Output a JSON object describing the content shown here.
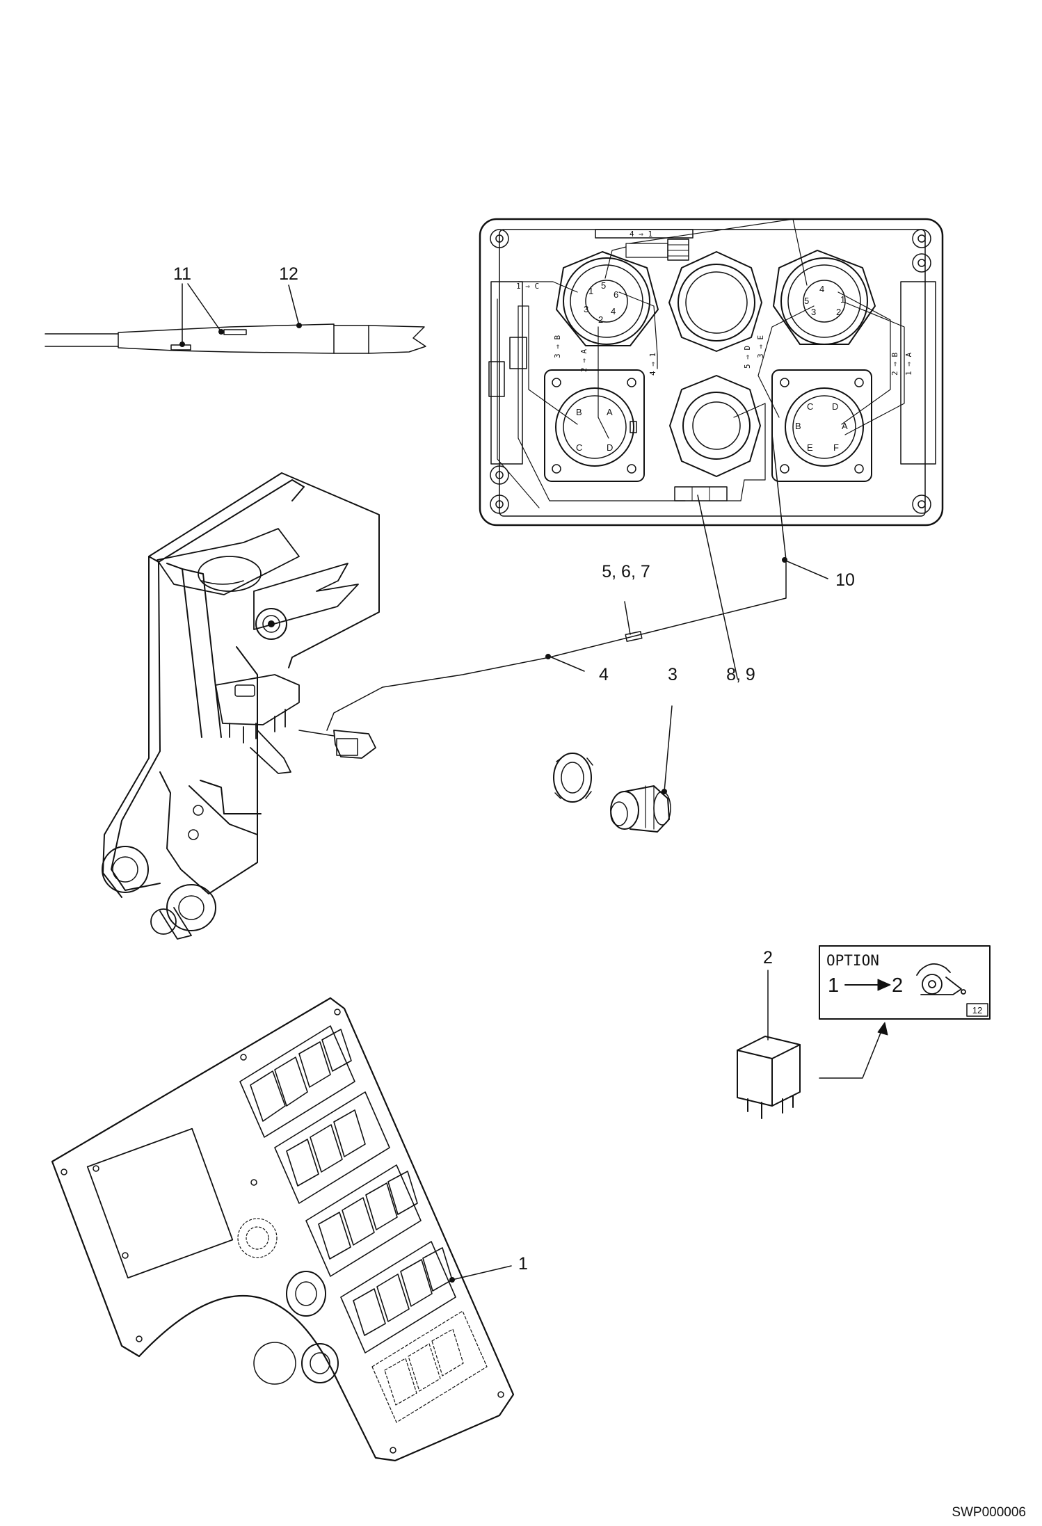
{
  "callouts": {
    "c11": "11",
    "c12": "12",
    "c567": "5, 6, 7",
    "c10": "10",
    "c4": "4",
    "c3": "3",
    "c89": "8, 9",
    "c2": "2",
    "c1": "1"
  },
  "connector_box": {
    "strip_top": "4 ⇒ 1",
    "wire_1c": "1 ⇒ C",
    "wire_3b_left": "3 ⇒ B",
    "wire_2a_left": "2 ⇒ A",
    "wire_4_1": "4 ⇒ 1",
    "wire_5d": "5 ⇒ D",
    "wire_3e": "3 ⇒ E",
    "wire_2b_right": "2 ⇒ B",
    "wire_1a_right": "1 ⇒ A",
    "left_round_pins": [
      "1",
      "5",
      "6",
      "3",
      "2",
      "4"
    ],
    "left_square_pins": [
      "B",
      "A",
      "C",
      "D"
    ],
    "right_round_pins": [
      "4",
      "5",
      "1",
      "3",
      "2"
    ],
    "right_square_pins": [
      "C",
      "D",
      "B",
      "A",
      "E",
      "F"
    ]
  },
  "option_label": {
    "title": "OPTION",
    "from": "1",
    "to": "2",
    "badge": "12"
  },
  "figure_code": "SWP000006"
}
